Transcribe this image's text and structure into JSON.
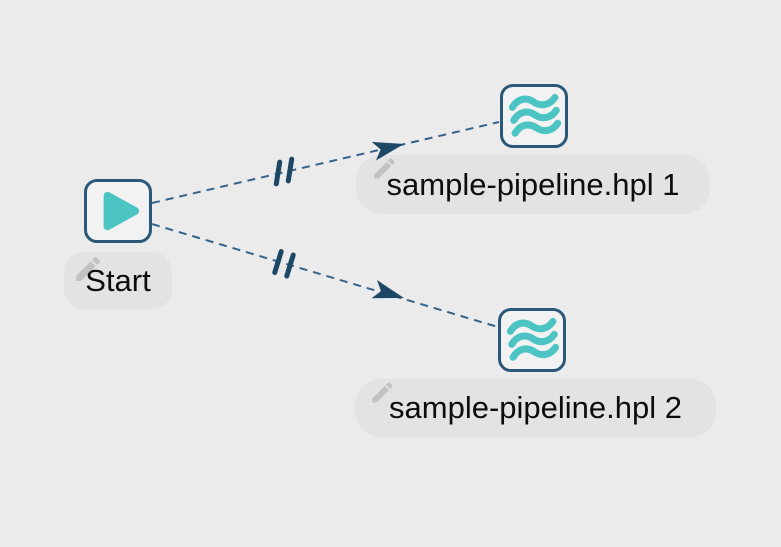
{
  "canvas": {
    "background_color": "#ebebeb",
    "type": "workflow-graph"
  },
  "colors": {
    "accent_teal": "#4cc4c4",
    "node_border": "#2b5878",
    "hop_line": "#35638b",
    "hop_arrow": "#1c4866",
    "label_background": "#e3e3e3",
    "text": "#0d0d0d",
    "pencil_icon": "#a8a8a8"
  },
  "nodes": [
    {
      "id": "start",
      "label": "Start",
      "icon": "play-icon"
    },
    {
      "id": "pipeline-1",
      "label": "sample-pipeline.hpl 1",
      "icon": "waves-icon"
    },
    {
      "id": "pipeline-2",
      "label": "sample-pipeline.hpl 2",
      "icon": "waves-icon"
    }
  ],
  "hops": [
    {
      "from": "Start",
      "to": "sample-pipeline.hpl 1",
      "line_style": "dashed",
      "parallel_execution": true
    },
    {
      "from": "Start",
      "to": "sample-pipeline.hpl 2",
      "line_style": "dashed",
      "parallel_execution": true
    }
  ]
}
